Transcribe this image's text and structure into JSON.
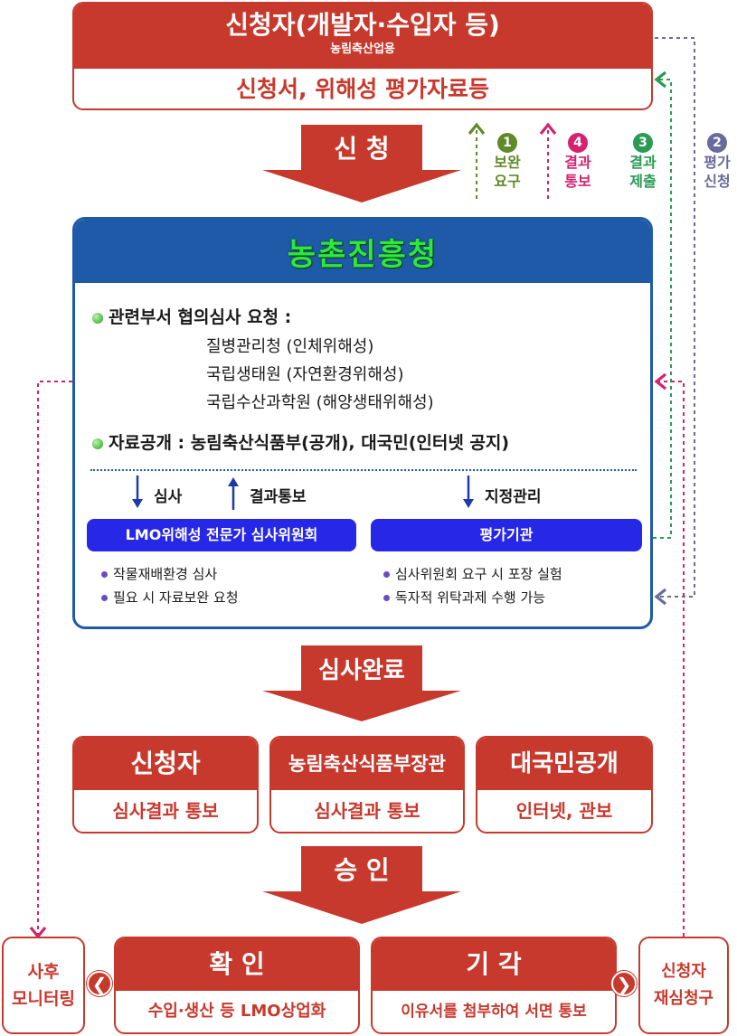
{
  "applicant_box": {
    "title": "신청자(개발자·수입자 등)",
    "subtitle": "농림축산업용",
    "body": "신청서, 위해성 평가자료등"
  },
  "arrows": {
    "apply": "신 청",
    "review_done": "심사완료",
    "approve": "승 인"
  },
  "steps": [
    {
      "num": "1",
      "label": "보완\n요구",
      "color": "#5f8a27"
    },
    {
      "num": "4",
      "label": "결과\n통보",
      "color": "#d4226e"
    },
    {
      "num": "3",
      "label": "결과\n제출",
      "color": "#2a9a55"
    },
    {
      "num": "2",
      "label": "평가\n신청",
      "color": "#6a6a9c"
    }
  ],
  "rda": {
    "title": "농촌진흥청",
    "consult_label": "관련부서 협의심사 요청 :",
    "consult_items": [
      "질병관리청 (인체위해성)",
      "국립생태원 (자연환경위해성)",
      "국립수산과학원 (해양생태위해성)"
    ],
    "disclosure": "자료공개 : 농림축산식품부(공개), 대국민(인터넷 공지)",
    "review_label": "심사",
    "result_label": "결과통보",
    "designate_label": "지정관리",
    "committee": "LMO위해성 전문가 심사위원회",
    "committee_items": [
      "작물재배환경 심사",
      "필요 시 자료보완 요청"
    ],
    "agency": "평가기관",
    "agency_items": [
      "심사위원회 요구 시 포장 실험",
      "독자적 위탁과제 수행 가능"
    ]
  },
  "result_boxes": [
    {
      "title": "신청자",
      "body": "심사결과 통보"
    },
    {
      "title": "농림축산식품부장관",
      "body": "심사결과 통보"
    },
    {
      "title": "대국민공개",
      "body": "인터넷, 관보"
    }
  ],
  "final_boxes": {
    "confirm": {
      "title": "확 인",
      "body": "수입·생산 등 LMO상업화"
    },
    "reject": {
      "title": "기 각",
      "body": "이유서를 첨부하여 서면 통보"
    },
    "monitor": "사후\n모니터링",
    "appeal": "신청자\n재심청구"
  },
  "colors": {
    "red": "#c8392d",
    "blue": "#1f5aa8",
    "pill": "#2727e8"
  }
}
